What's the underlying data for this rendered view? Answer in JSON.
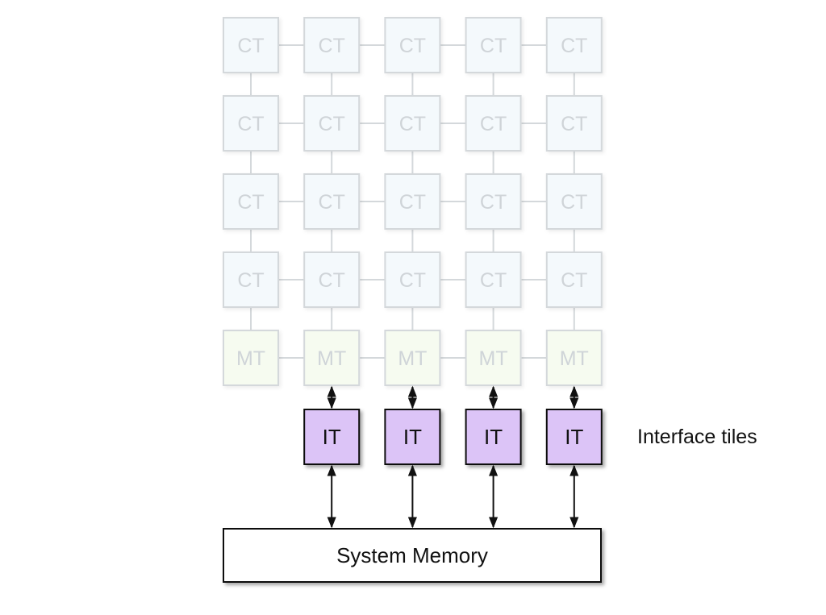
{
  "diagram": {
    "compute_tile_label": "CT",
    "memory_tile_label": "MT",
    "interface_tile_label": "IT",
    "system_memory_label": "System Memory",
    "interface_tiles_caption": "Interface tiles",
    "grid": {
      "columns": 5,
      "compute_rows": 4,
      "memory_rows": 1,
      "interface_tile_count": 4
    },
    "colors": {
      "compute_tile_fill": "#f4f9fc",
      "memory_tile_fill": "#f6fbf0",
      "faded_border": "#d4d8db",
      "interface_tile_fill": "#dcc4f7",
      "interface_tile_border": "#111111",
      "system_memory_fill": "#ffffff",
      "arrow": "#111111"
    }
  }
}
